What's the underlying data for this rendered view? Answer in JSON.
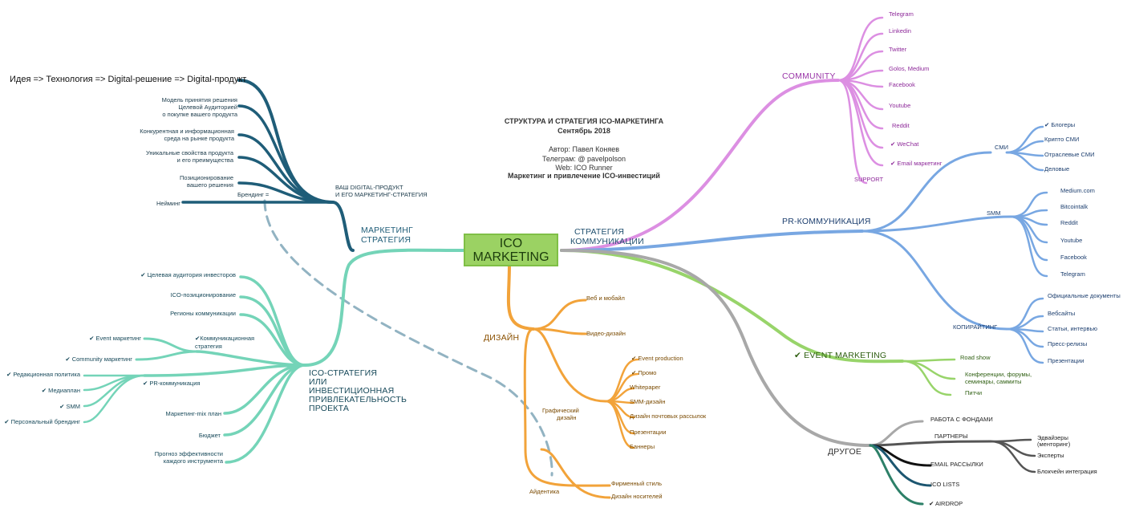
{
  "header": {
    "title": "СТРУКТУРА И СТРАТЕГИЯ ICO-МАРКЕТИНГА",
    "date": "Сентябрь 2018",
    "author": "Автор: Павел Коняев",
    "telegram": "Телеграм: @ pavelpolson",
    "web": "Web: ICO Runner",
    "subtitle": "Маркетинг и привлечение ICO-инвестиций"
  },
  "center": {
    "line1": "ICO",
    "line2": "MARKETING"
  },
  "colors": {
    "community": "#dc8fe2",
    "pr": "#78a7e2",
    "event": "#98d46a",
    "other": "#a8a8a8",
    "design": "#f2a33a",
    "marketing": "#1f5d78",
    "ico_strategy": "#74d4b8",
    "dashed": "#92b3c2",
    "center_fill": "#9bd263"
  },
  "strategy": {
    "label1": "СТРАТЕГИЯ",
    "label2": "КОММУНИКАЦИИ",
    "community": {
      "label": "COMMUNITY",
      "items": [
        "Telegram",
        "Linkedin",
        "Twitter",
        "Golos, Medium",
        "Facebook",
        "Youtube",
        "Reddit",
        "✔ WeChat",
        "✔ Email маркетинг",
        "SUPPORT"
      ]
    },
    "pr": {
      "label": "PR-КОММУНИКАЦИЯ",
      "smi": {
        "label": "СМИ",
        "items": [
          "✔ Блогеры",
          "Крипто СМИ",
          "Отраслевые СМИ",
          "Деловые"
        ]
      },
      "smm": {
        "label": "SMM",
        "items": [
          "Medium.com",
          "Bitcointalk",
          "Reddit",
          "Youtube",
          "Facebook",
          "Telegram"
        ]
      },
      "copy": {
        "label": "КОПИРАЙТИНГ",
        "items": [
          "Официальные документы",
          "Вебсайты",
          "Статьи, интервью",
          "Пресс-релизы",
          "Презентации"
        ]
      }
    },
    "event": {
      "label": "✔ EVENT MARKETING",
      "items": [
        "Road show",
        "Конференции, форумы,",
        "семинары, саммиты",
        "Питчи"
      ]
    },
    "other": {
      "label": "ДРУГОЕ",
      "funds": "РАБОТА С ФОНДАМИ",
      "partners": {
        "label": "ПАРТНЕРЫ",
        "items": [
          "Эдвайзеры",
          "(менторинг)",
          "Эксперты",
          "Блокчейн интеграция"
        ]
      },
      "email": "EMAIL РАССЫЛКИ",
      "lists": "ICO LISTS",
      "airdrop": "✔ AIRDROP"
    }
  },
  "design": {
    "label": "ДИЗАЙН",
    "web": "Веб и мобайл",
    "video": "Видео-дизайн",
    "graphic": {
      "label1": "Графический",
      "label2": "дизайн",
      "items": [
        "✔ Event production",
        "✔ Промо",
        "Whitepaper",
        "SMM-дизайн",
        "Дизайн почтовых рассылок",
        "Презентации",
        "Баннеры"
      ]
    },
    "identity": {
      "label": "Айдентика",
      "items": [
        "Фирменный стиль",
        "Дизайн носителей"
      ]
    }
  },
  "marketing": {
    "label1": "МАРКЕТИНГ",
    "label2": "СТРАТЕГИЯ",
    "product1": "ВАШ DIGITAL-ПРОДУКТ",
    "product2": "И ЕГО МАРКЕТИНГ-СТРАТЕГИЯ",
    "idea": "Идея => Технология => Digital-решение => Digital-продукт",
    "model": [
      "Модель принятия решения",
      "Целевой Аудиторией",
      "о покупке вашего продукта"
    ],
    "competition": [
      "Конкурентная и информационная",
      "среда на рынке продукта"
    ],
    "unique": [
      "Уникальные свойства продукта",
      "и его преимущества"
    ],
    "positioning": [
      "Позиционирование",
      "вашего решения"
    ],
    "branding": "Брендинг =",
    "naming": "Нейминг"
  },
  "ico_strategy": {
    "label": [
      "ICO-СТРАТЕГИЯ",
      "ИЛИ",
      "ИНВЕСТИЦИОННАЯ",
      "ПРИВЛЕКАТЕЛЬНОСТЬ",
      "ПРОЕКТА"
    ],
    "audience": "✔ Целевая аудитория инвесторов",
    "positioning": "ICO-позиционирование",
    "regions": "Регионы коммуникации",
    "comm": {
      "label1": "✔Коммуникационная",
      "label2": "стратегия",
      "items": [
        "✔ Event маркетинг",
        "✔ Community маркетинг"
      ]
    },
    "pr": {
      "label": "✔ PR-коммуникация",
      "items": [
        "✔ Редакционная политика",
        "✔ Медиаплан",
        "✔ SMM",
        "✔ Персональный брендинг"
      ]
    },
    "mix": "Маркетинг-mix план",
    "budget": "Бюджет",
    "forecast": [
      "Прогноз эффективности",
      "каждого инструмента"
    ]
  }
}
